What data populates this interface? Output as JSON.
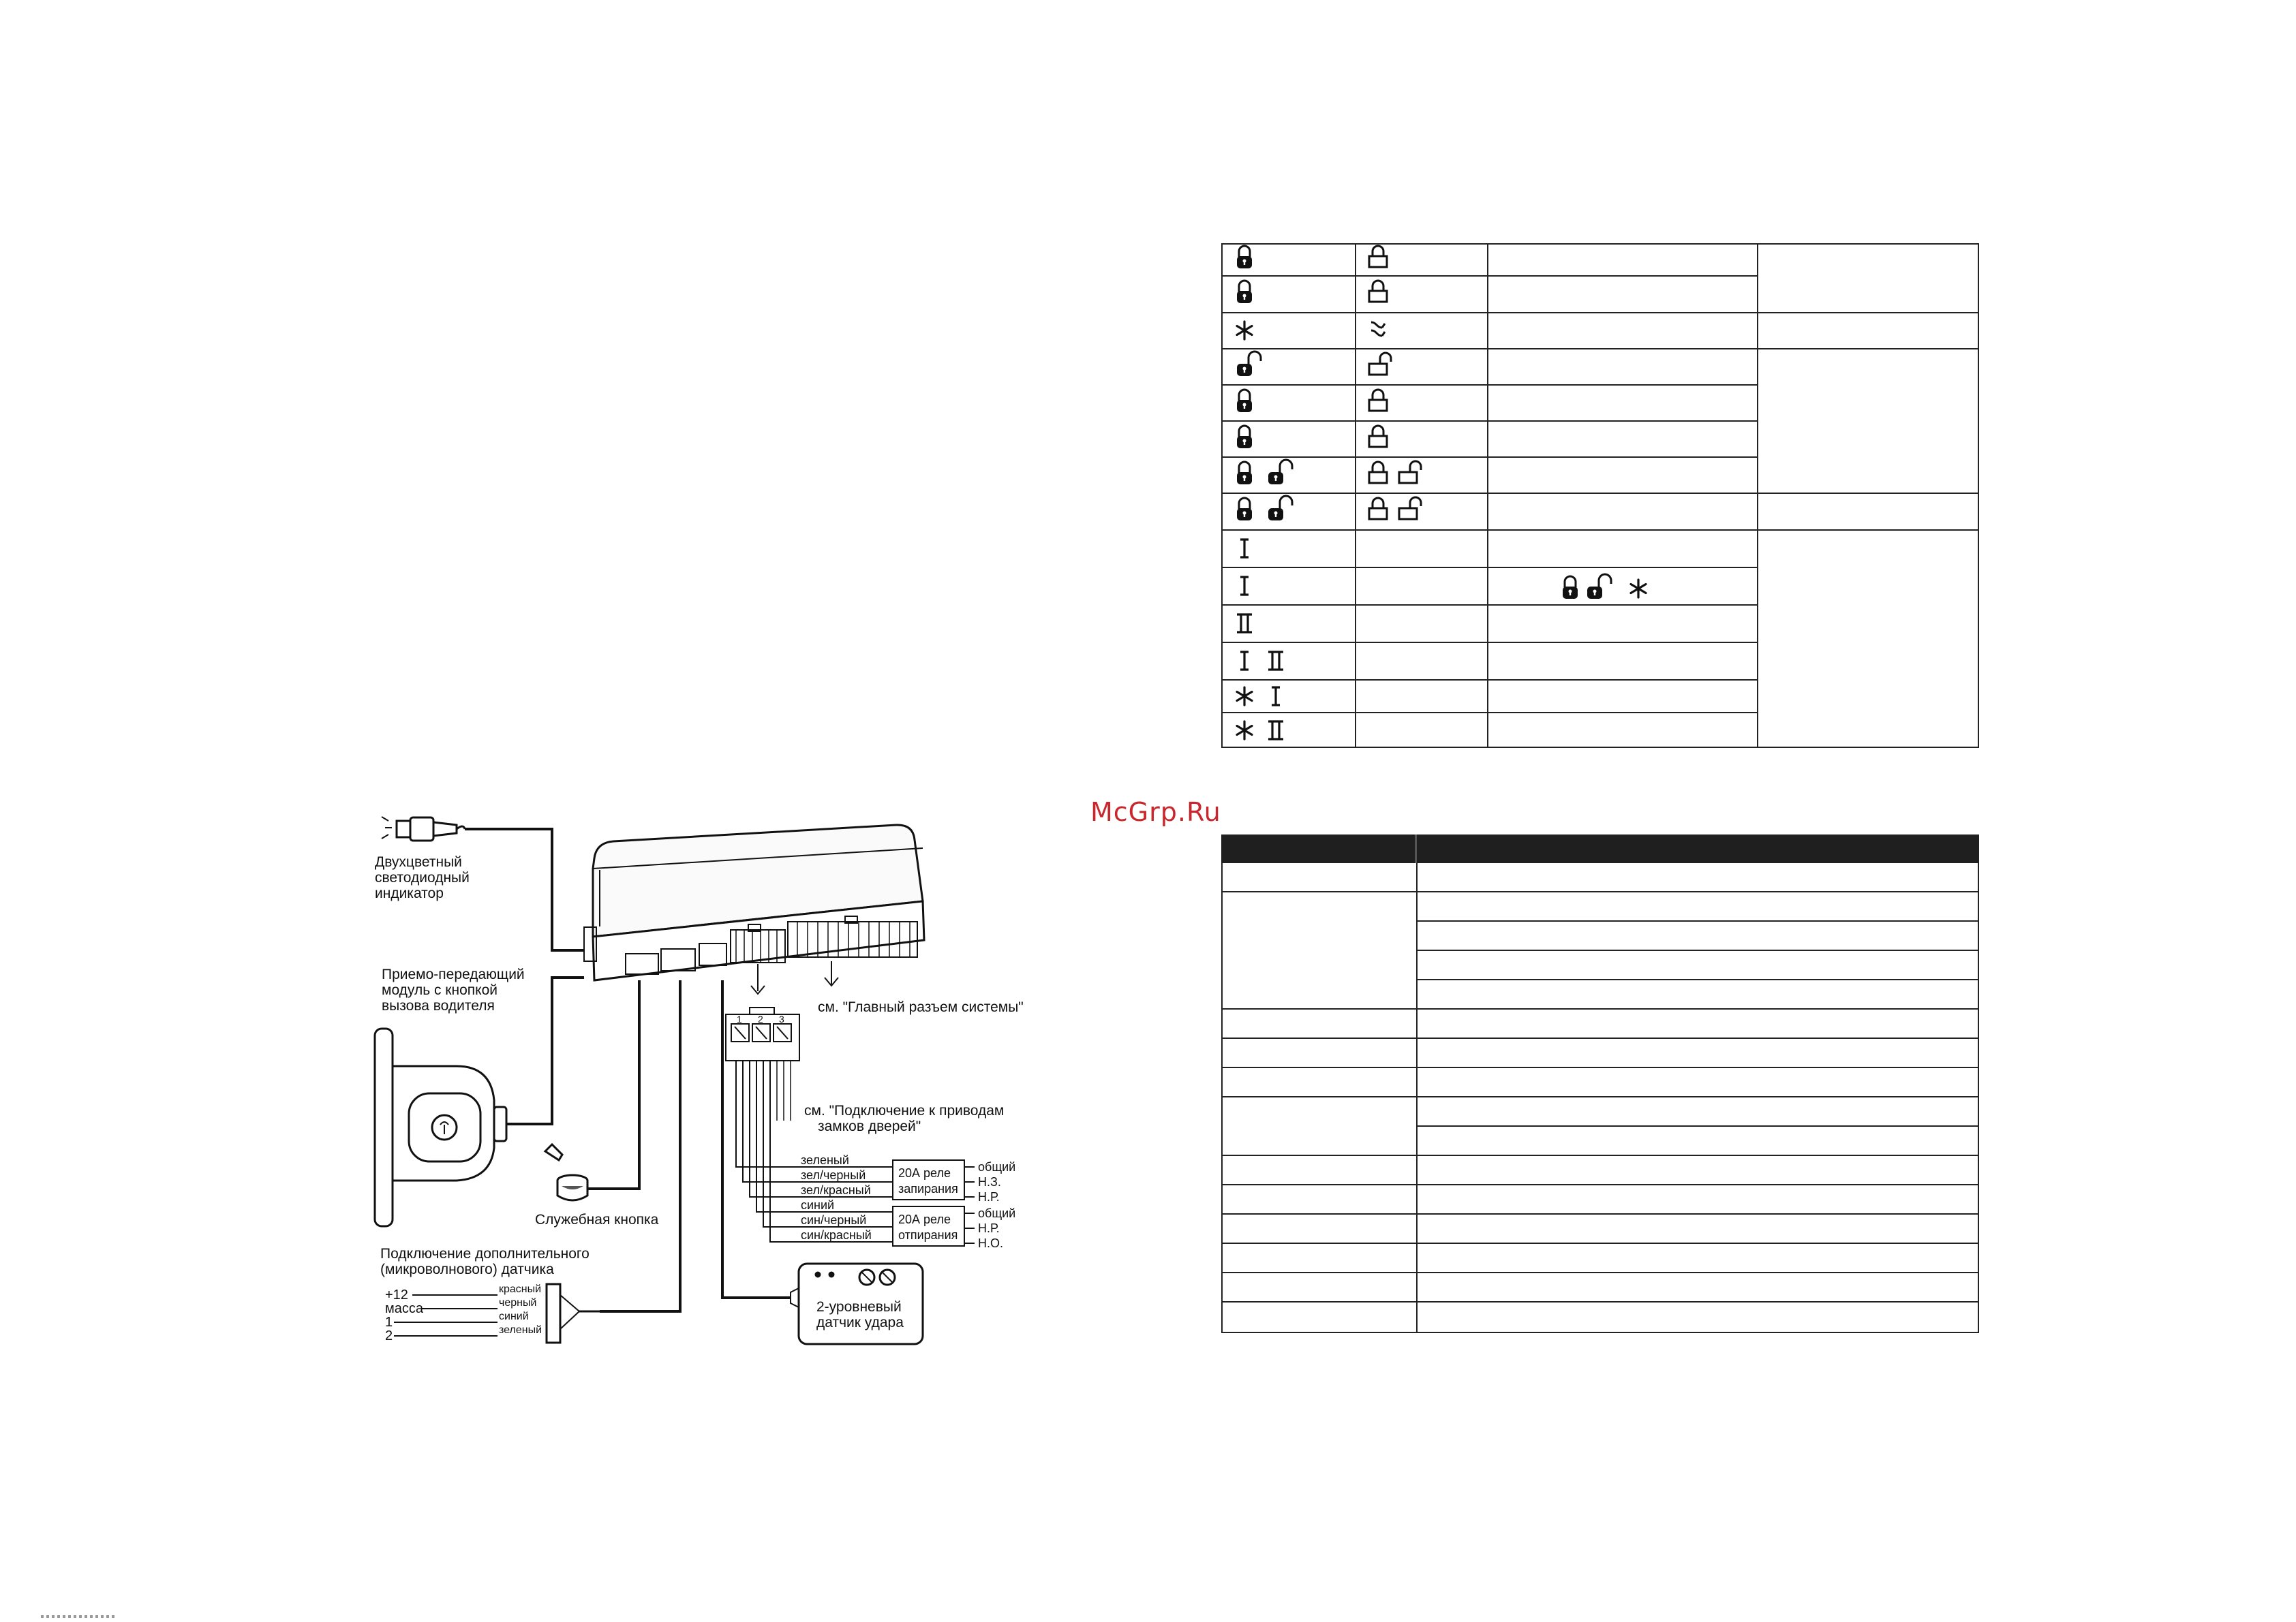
{
  "watermark": "McGrp.Ru",
  "symbol_table": {
    "row_count": 14,
    "col3_notes": [
      "",
      "",
      "",
      "",
      "",
      "",
      "",
      "",
      "",
      "",
      "",
      "",
      "",
      ""
    ]
  },
  "diagram": {
    "labels": {
      "led_indicator": [
        "Двухцветный",
        "светодиодный",
        "индикатор"
      ],
      "transceiver": [
        "Приемо-передающий",
        "модуль с кнопкой",
        "вызова водителя"
      ],
      "service_button": "Служебная кнопка",
      "extra_sensor": [
        "Подключение дополнительного",
        "(микроволнового) датчика"
      ],
      "main_connector": "см. \"Главный разъем системы\"",
      "door_lock": [
        "см. \"Подключение к приводам",
        "замков дверей\""
      ],
      "shock_sensor": [
        "2-уровневый",
        "датчик удара"
      ],
      "relay_lock": [
        "20А реле",
        "запирания"
      ],
      "relay_unlock": [
        "20А реле",
        "отпирания"
      ],
      "lock_wires": [
        "зеленый",
        "зел/черный",
        "зел/красный"
      ],
      "unlock_wires": [
        "синий",
        "син/черный",
        "син/красный"
      ],
      "lock_outputs": [
        "общий",
        "Н.З.",
        "Н.Р."
      ],
      "unlock_outputs": [
        "общий",
        "Н.Р.",
        "Н.О."
      ],
      "sensor_pins": [
        "+12",
        "масса",
        "1",
        "2"
      ],
      "sensor_wires": [
        "красный",
        "черный",
        "синий",
        "зеленый"
      ],
      "connector_pins": [
        "1",
        "2",
        "3"
      ]
    }
  },
  "dark_table": {
    "rows": 16
  }
}
